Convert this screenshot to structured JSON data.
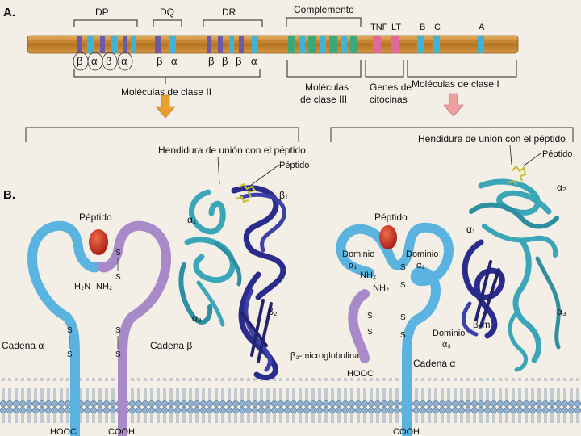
{
  "section_a": {
    "label": "A.",
    "regions": {
      "dp": "DP",
      "dq": "DQ",
      "dr": "DR",
      "complement": "Complemento",
      "tnf": "TNF",
      "lt": "LT",
      "b": "B",
      "c": "C",
      "a": "A"
    },
    "dp_genes": [
      "β",
      "α",
      "β",
      "α"
    ],
    "dq_genes": [
      "β",
      "α"
    ],
    "dr_genes": [
      "β",
      "β",
      "β",
      "α"
    ],
    "class2_caption": "Moléculas de clase II",
    "class3_caption_1": "Moléculas",
    "class3_caption_2": "de clase III",
    "cytokine_caption_1": "Genes de",
    "cytokine_caption_2": "citocinas",
    "class1_caption": "Moléculas de clase I"
  },
  "section_b": {
    "label": "B.",
    "left_groove": "Hendidura de unión con el péptido",
    "left_peptide": "Péptido",
    "right_groove": "Hendidura de unión con el péptido",
    "right_peptide": "Péptido",
    "class2": {
      "peptide": "Péptido",
      "nh2_left": "H₂N",
      "nh2_right": "NH₂",
      "chain_alpha": "Cadena α",
      "chain_beta": "Cadena β",
      "hooc": "HOOC",
      "cooh": "COOH"
    },
    "class1": {
      "peptide": "Péptido",
      "domain_a1": "Dominio",
      "domain_a1_sub": "α₁",
      "nh2": "NH₂",
      "nh2b": "NH₂",
      "domain_a2": "Dominio",
      "domain_a2_sub": "α₂",
      "domain_a3": "Dominio",
      "domain_a3_sub": "α₃",
      "b2m": "β₂-microglobulina",
      "chain_alpha": "Cadena α",
      "hooc": "HOOC",
      "cooh": "COOH"
    },
    "ribbon_left": {
      "b1": "β₁",
      "a1": "α₁",
      "a2": "α₂",
      "b2": "β₂"
    },
    "ribbon_right": {
      "a2": "α₂",
      "a1": "α₁",
      "b2m": "β₂m",
      "a3": "α₃"
    },
    "disulfide": "S"
  },
  "colors": {
    "chromosome": "#c98a2e",
    "class2_chain": "#5bb4df",
    "beta_chain": "#a88ac8",
    "peptide": "#c8281c",
    "ribbon_dark": "#2a2c8c",
    "ribbon_light": "#3aa6b8",
    "membrane": "#8fb0cf"
  }
}
